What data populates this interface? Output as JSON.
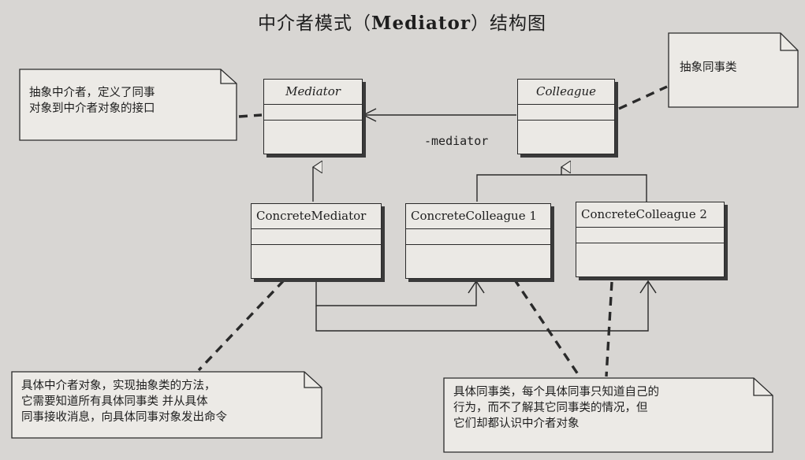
{
  "title": {
    "text": "中介者模式（",
    "bold": "Mediator",
    "tail": "）结构图"
  },
  "classes": {
    "mediator": {
      "name": "Mediator"
    },
    "colleague": {
      "name": "Colleague"
    },
    "concrete_mediator": {
      "name": "ConcreteMediator"
    },
    "concrete_colleague_1": {
      "name": "ConcreteColleague 1"
    },
    "concrete_colleague_2": {
      "name": "ConcreteColleague 2"
    }
  },
  "association_label": "-mediator",
  "notes": {
    "abstract_mediator": [
      "抽象中介者，定义了同事",
      "对象到中介者对象的接口"
    ],
    "abstract_colleague": [
      "抽象同事类"
    ],
    "concrete_mediator": [
      "具体中介者对象，实现抽象类的方法，",
      "它需要知道所有具体同事类 并从具体",
      "同事接收消息，向具体同事对象发出命令"
    ],
    "concrete_colleague": [
      "具体同事类，每个具体同事只知道自己的",
      "行为，而不了解其它同事类的情况，但",
      "它们却都认识中介者对象"
    ]
  }
}
